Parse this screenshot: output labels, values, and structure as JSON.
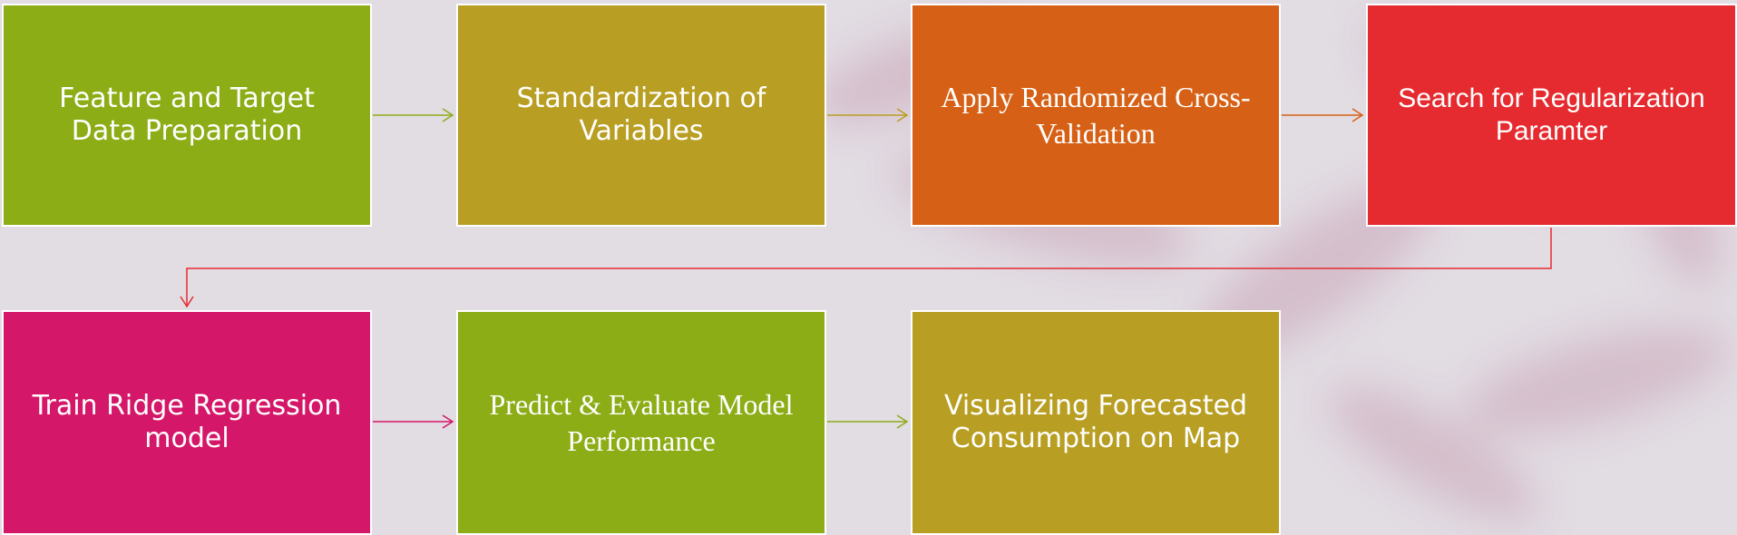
{
  "colors": {
    "background": "#e2dce3",
    "green": "#8cad16",
    "olive": "#b89e22",
    "orange": "#d66116",
    "red": "#e52b2f",
    "magenta": "#d41768"
  },
  "steps": [
    {
      "label": "Feature and Target Data Preparation",
      "color": "#8cad16"
    },
    {
      "label": "Standardization of Variables",
      "color": "#b89e22"
    },
    {
      "label": "Apply Randomized Cross-Validation",
      "color": "#d66116"
    },
    {
      "label": "Search for Regularization Paramter",
      "color": "#e52b2f"
    },
    {
      "label": "Train Ridge Regression model",
      "color": "#d41768"
    },
    {
      "label": "Predict  & Evaluate Model Performance",
      "color": "#8cad16"
    },
    {
      "label": "Visualizing Forecasted Consumption on Map",
      "color": "#b89e22"
    }
  ],
  "arrows": [
    {
      "from": 1,
      "to": 2,
      "color": "#8cad16"
    },
    {
      "from": 2,
      "to": 3,
      "color": "#b89e22"
    },
    {
      "from": 3,
      "to": 4,
      "color": "#d66116"
    },
    {
      "from": 4,
      "to": 5,
      "color": "#e52b2f"
    },
    {
      "from": 5,
      "to": 6,
      "color": "#d41768"
    },
    {
      "from": 6,
      "to": 7,
      "color": "#8cad16"
    }
  ]
}
